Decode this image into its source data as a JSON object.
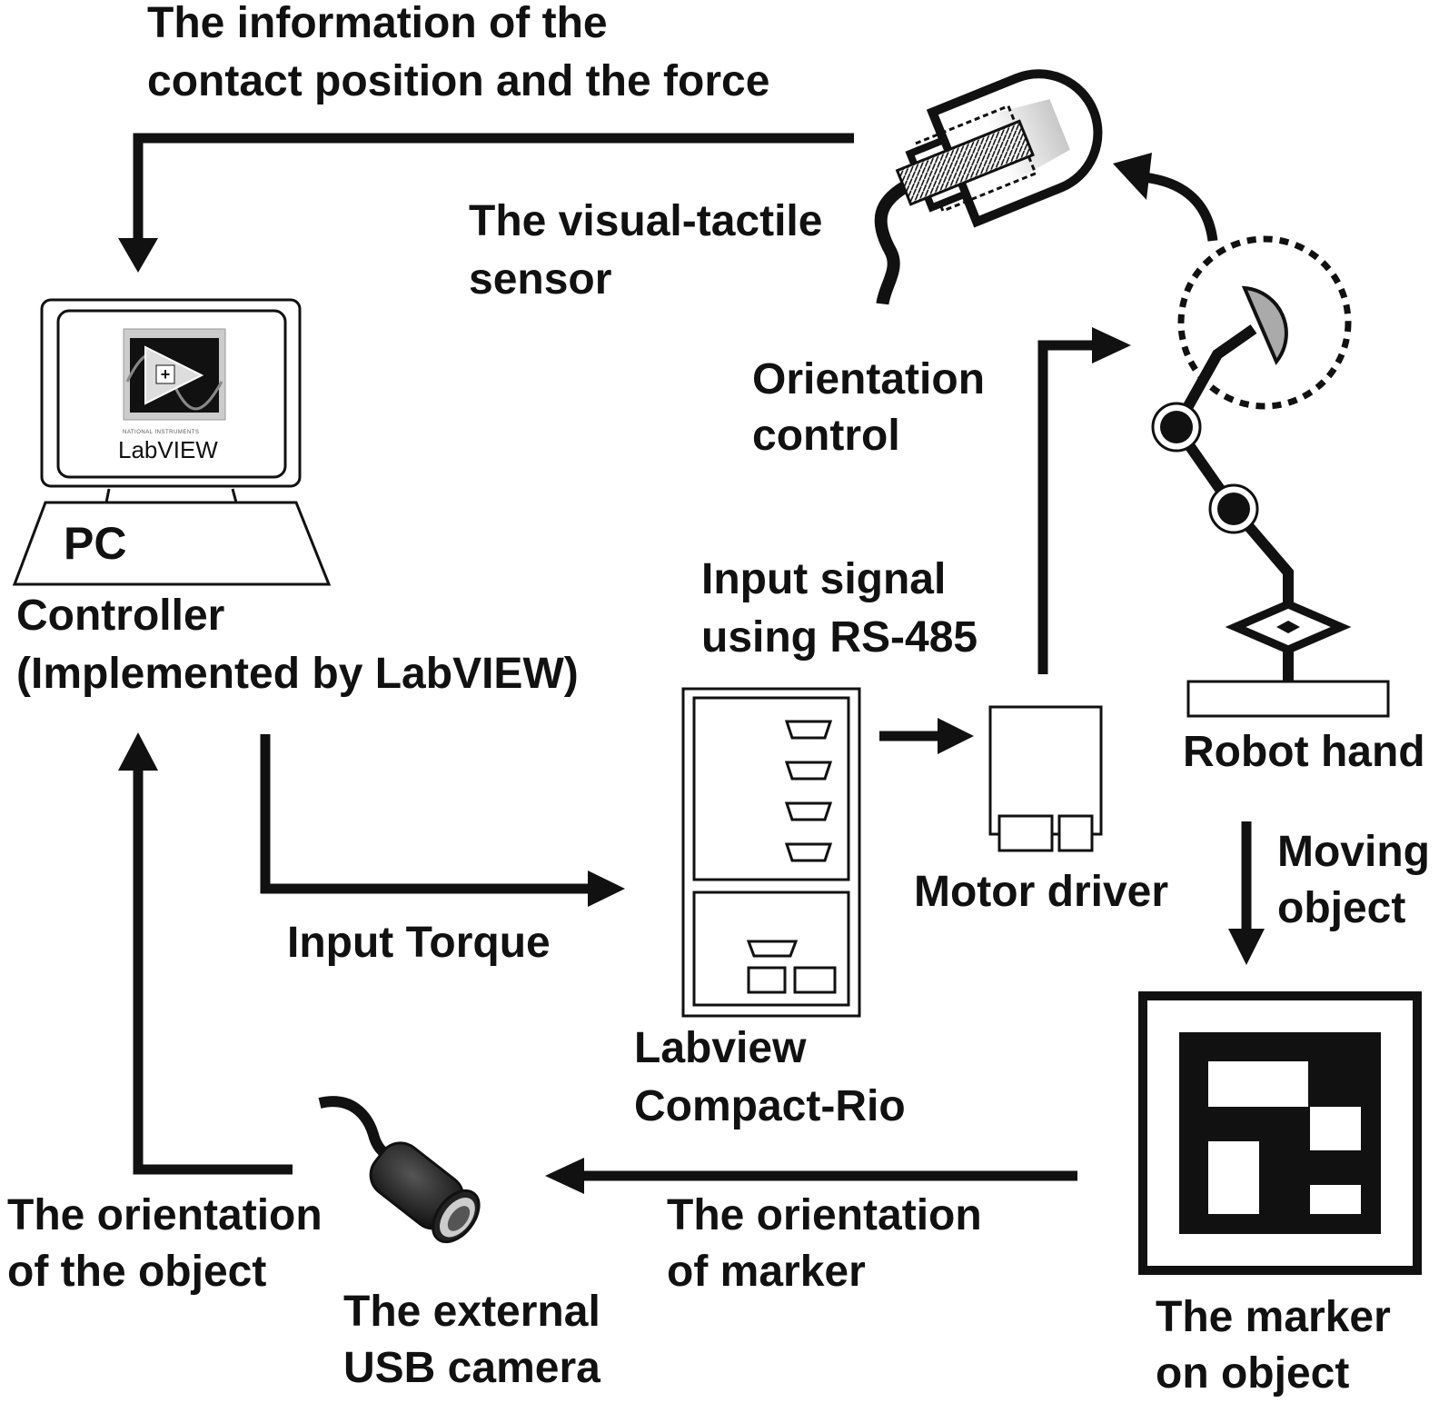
{
  "labels": {
    "contact_info_line1": "The information of the",
    "contact_info_line2": "contact position and the force",
    "sensor_line1": "The visual-tactile",
    "sensor_line2": "sensor",
    "orientation_control_line1": "Orientation",
    "orientation_control_line2": "control",
    "pc": "PC",
    "controller_line1": "Controller",
    "controller_line2": "(Implemented by LabVIEW)",
    "input_signal_line1": "Input signal",
    "input_signal_line2": "using RS-485",
    "robot_hand": "Robot hand",
    "moving_object_line1": "Moving",
    "moving_object_line2": "object",
    "motor_driver": "Motor driver",
    "input_torque": "Input Torque",
    "labview_line1": "Labview",
    "labview_line2": "Compact-Rio",
    "orientation_object_line1": "The orientation",
    "orientation_object_line2": "of the object",
    "orientation_marker_line1": "The orientation",
    "orientation_marker_line2": "of marker",
    "camera_line1": "The external",
    "camera_line2": "USB camera",
    "marker_line1": "The marker",
    "marker_line2": "on object"
  },
  "logo": {
    "brand": "LabVIEW",
    "maker": "NATIONAL INSTRUMENTS"
  },
  "icons": [
    "visual-tactile-sensor-icon",
    "robot-hand-icon",
    "pc-monitor-icon",
    "labview-logo-icon",
    "compact-rio-icon",
    "motor-driver-icon",
    "usb-camera-icon",
    "marker-icon"
  ],
  "colors": {
    "ink": "#111111",
    "sensor_tip": "#cccccc",
    "fingertip": "#aaaaaa"
  }
}
